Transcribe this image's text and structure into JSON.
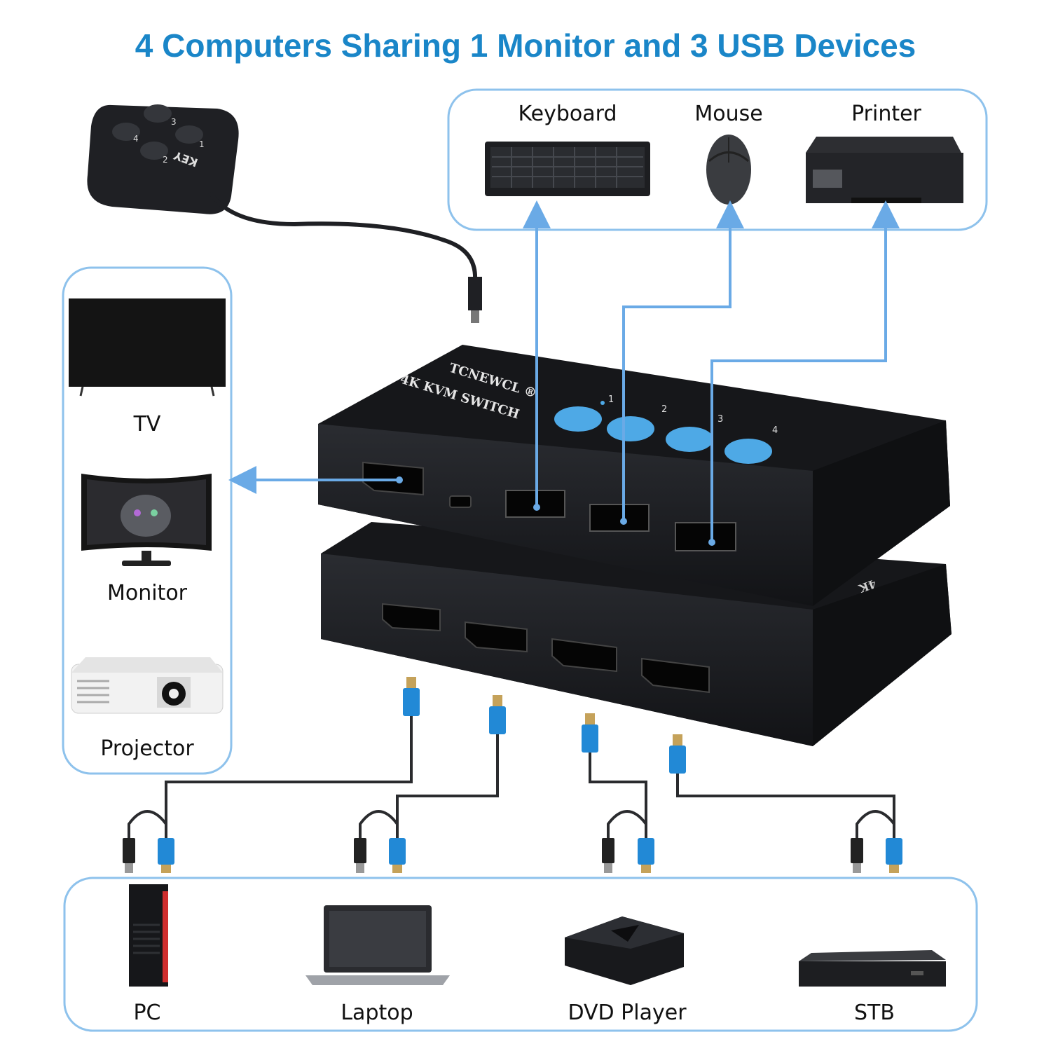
{
  "title": "4 Computers Sharing 1 Monitor and 3 USB Devices",
  "usb_devices": [
    {
      "label": "Keyboard",
      "icon": "keyboard-icon"
    },
    {
      "label": "Mouse",
      "icon": "mouse-icon"
    },
    {
      "label": "Printer",
      "icon": "printer-icon"
    }
  ],
  "displays": [
    {
      "label": "TV",
      "icon": "tv-icon"
    },
    {
      "label": "Monitor",
      "icon": "monitor-icon"
    },
    {
      "label": "Projector",
      "icon": "projector-icon"
    }
  ],
  "computers": [
    {
      "label": "PC",
      "icon": "pc-tower-icon"
    },
    {
      "label": "Laptop",
      "icon": "laptop-icon"
    },
    {
      "label": "DVD Player",
      "icon": "dvd-player-icon"
    },
    {
      "label": "STB",
      "icon": "stb-icon"
    }
  ],
  "switch": {
    "brand": "TCNEWCL ®",
    "model": "4K KVM SWITCH",
    "side_mark": "4K",
    "button_numbers": [
      "1",
      "2",
      "3",
      "4"
    ]
  },
  "remote": {
    "key_label": "KEY",
    "button_numbers": [
      "1",
      "2",
      "3",
      "4"
    ]
  },
  "colors": {
    "accent": "#1a86c8",
    "line": "#6aaae6",
    "device": "#1c1d20",
    "button": "#4ea9e6"
  }
}
